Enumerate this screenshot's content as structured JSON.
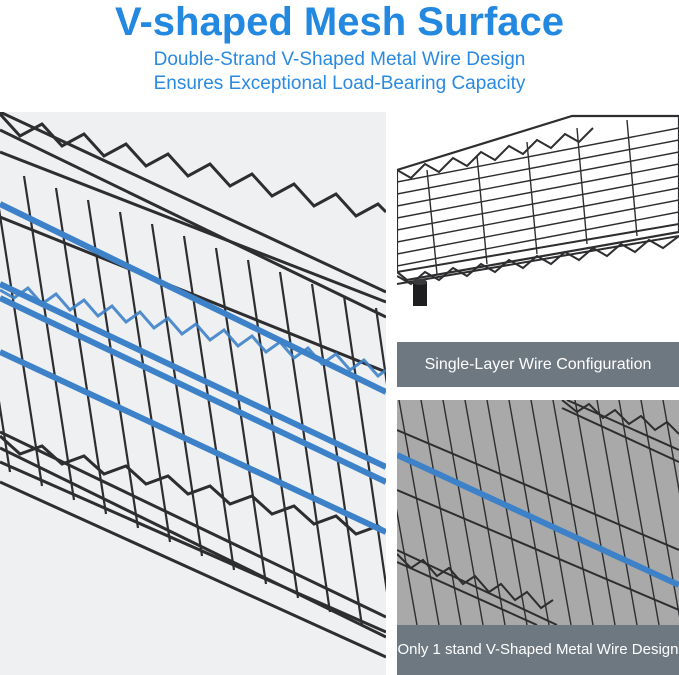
{
  "header": {
    "title": "V-shaped Mesh Surface",
    "subtitle_line1": "Double-Strand V-Shaped Metal Wire Design",
    "subtitle_line2": "Ensures Exceptional Load-Bearing Capacity"
  },
  "panels": {
    "top_right_caption": "Single-Layer Wire Configuration",
    "bottom_right_caption": "Only 1 stand V-Shaped Metal Wire Design"
  },
  "colors": {
    "accent_blue": "#2288e0",
    "caption_bg": "#6d7880",
    "panel_bg": "#eef0f2",
    "wire_dark": "#2e2e30",
    "wire_highlight": "#3d82c8"
  }
}
